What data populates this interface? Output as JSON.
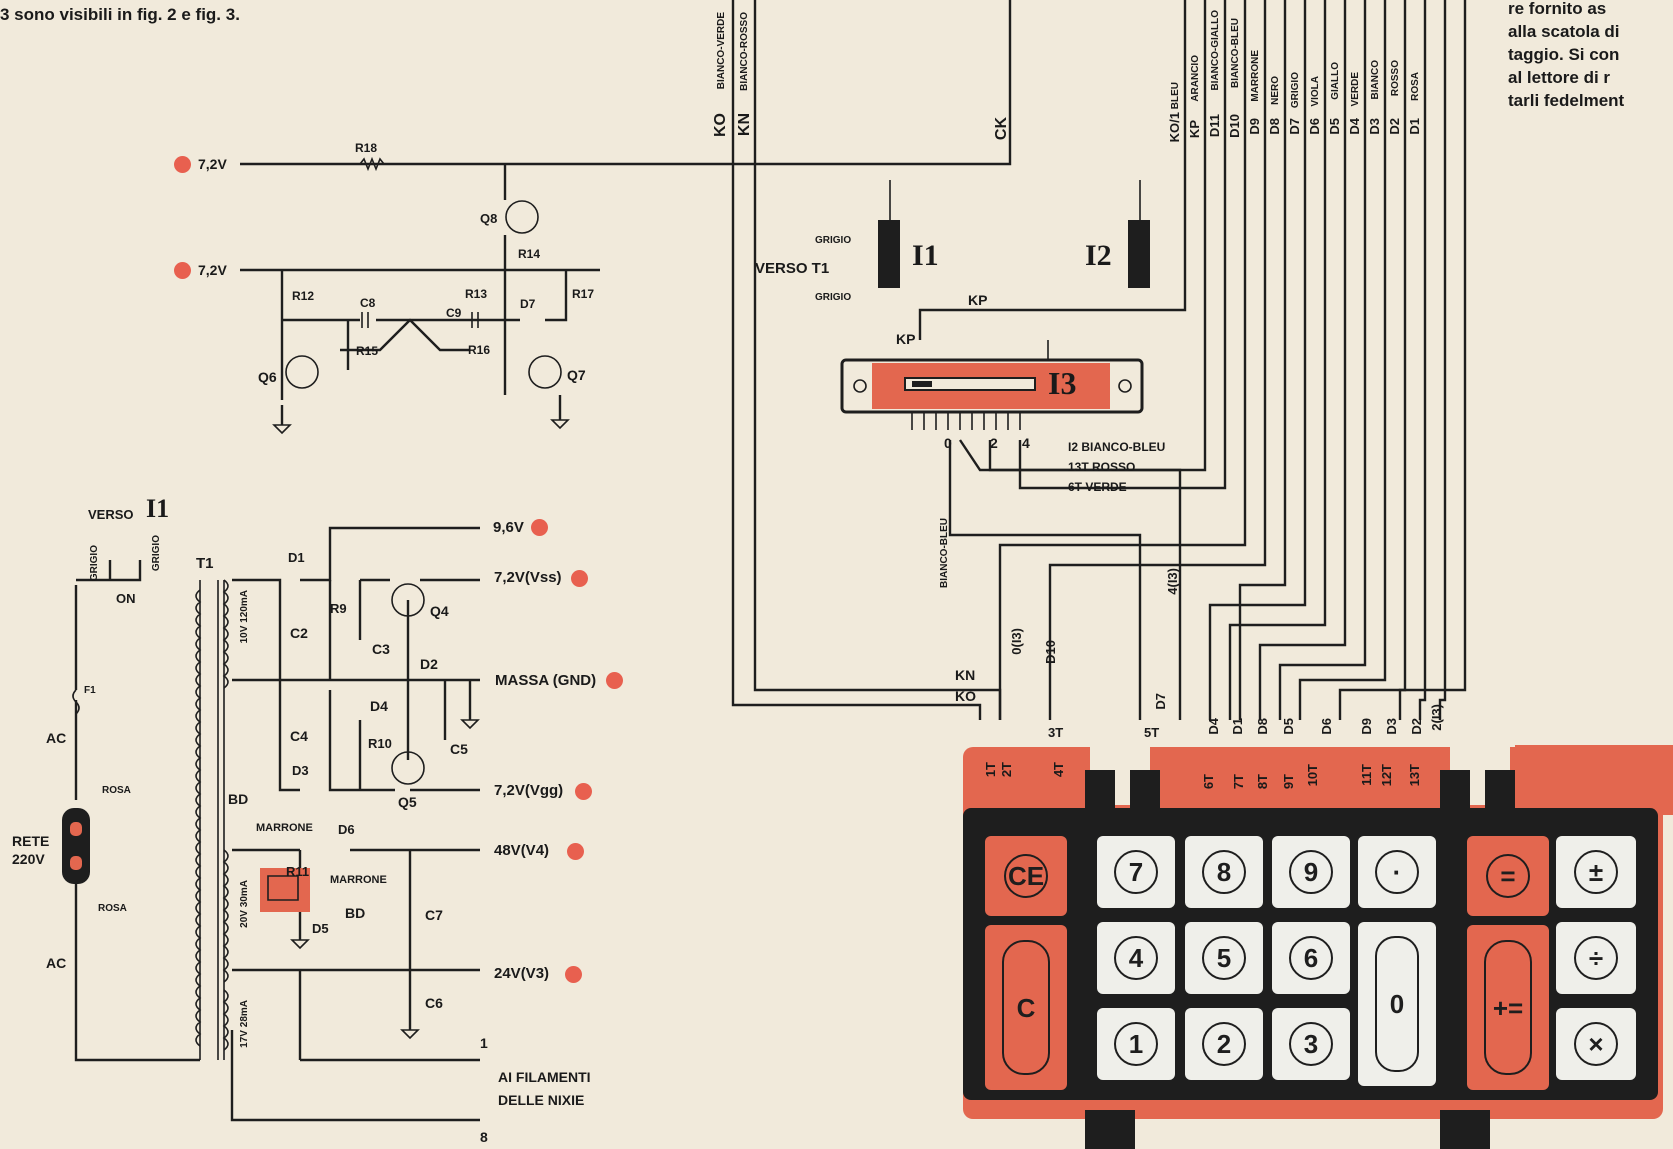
{
  "page_text": {
    "header_line": "3 sono visibili in fig. 2 e fig. 3.",
    "right_col": [
      "re fornito as",
      "alla scatola di",
      "taggio. Si con",
      "al lettore di r",
      "tarli fedelment"
    ]
  },
  "power_section": {
    "v72_top": "7,2V",
    "v72_mid": "7,2V",
    "verso": "VERSO",
    "i1": "I1",
    "grigio_a": "GRIGIO",
    "grigio_b": "GRIGIO",
    "on": "ON",
    "t1": "T1",
    "ac_top": "AC",
    "ac_bottom": "AC",
    "rosa_top": "ROSA",
    "rosa_bottom": "ROSA",
    "rete": "RETE",
    "v220": "220V",
    "f1": "F1",
    "bd_top": "BD",
    "bd_bottom": "BD",
    "marrone_top": "MARRONE",
    "marrone_right": "MARRONE",
    "winding_top": "10V 120mA",
    "winding_mid": "20V 30mA",
    "winding_low": "17V 28mA",
    "out_96": "9,6V",
    "out_vss": "7,2V(Vss)",
    "out_gnd": "MASSA (GND)",
    "out_vgg": "7,2V(Vgg)",
    "out_48": "48V(V4)",
    "out_24": "24V(V3)",
    "fil_1": "1",
    "fil_8": "8",
    "fil_label_1": "AI FILAMENTI",
    "fil_label_2": "DELLE NIXIE"
  },
  "components": {
    "R18": "R18",
    "R14": "R14",
    "R12": "R12",
    "R13": "R13",
    "R17": "R17",
    "R15": "R15",
    "R16": "R16",
    "C8": "C8",
    "C9": "C9",
    "D7": "D7",
    "Q6": "Q6",
    "Q7": "Q7",
    "Q8": "Q8",
    "D1": "D1",
    "R9": "R9",
    "Q4": "Q4",
    "C2": "C2",
    "C3": "C3",
    "D2": "D2",
    "D4": "D4",
    "C4": "C4",
    "R10": "R10",
    "C5": "C5",
    "D3": "D3",
    "Q5": "Q5",
    "D6": "D6",
    "R11": "R11",
    "D5": "D5",
    "C7": "C7",
    "C6": "C6"
  },
  "switches": {
    "i1": "I1",
    "i2": "I2",
    "i3": "I3",
    "verso_t1": "VERSO T1",
    "grigio_1": "GRIGIO",
    "grigio_2": "GRIGIO",
    "kp": "KP",
    "kp2": "KP",
    "p0": "0",
    "p2": "2",
    "p4": "4",
    "i2_bianco_bleu": "I2 BIANCO-BLEU",
    "t13_rosso": "13T ROSSO",
    "t6_verde": "6T VERDE"
  },
  "wires_top": {
    "ko": "KO",
    "ko_color": "BIANCO-VERDE",
    "kn": "KN",
    "kn_color": "BIANCO-ROSSO",
    "ck": "CK"
  },
  "bus": [
    {
      "sig": "KO/1",
      "color": "BLEU"
    },
    {
      "sig": "KP",
      "color": "ARANCIO"
    },
    {
      "sig": "D11",
      "color": "BIANCO-GIALLO"
    },
    {
      "sig": "D10",
      "color": "BIANCO-BLEU"
    },
    {
      "sig": "D9",
      "color": "MARRONE"
    },
    {
      "sig": "D8",
      "color": "NERO"
    },
    {
      "sig": "D7",
      "color": "GRIGIO"
    },
    {
      "sig": "D6",
      "color": "VIOLA"
    },
    {
      "sig": "D5",
      "color": "GIALLO"
    },
    {
      "sig": "D4",
      "color": "VERDE"
    },
    {
      "sig": "D3",
      "color": "BIANCO"
    },
    {
      "sig": "D2",
      "color": "ROSSO"
    },
    {
      "sig": "D1",
      "color": "ROSA"
    }
  ],
  "mid_labels": {
    "bianco_bleu": "BIANCO-BLEU",
    "o_i3": "0(I3)",
    "d10": "D10",
    "four_i3": "4(I3)",
    "kn": "KN",
    "ko": "KO",
    "d7": "D7",
    "t3": "3T",
    "t5": "5T",
    "bottom_digits": [
      "D4",
      "D1",
      "D8",
      "D5",
      "D6",
      "D9",
      "D3",
      "D2",
      "2(I3)"
    ]
  },
  "keypad": {
    "pins": [
      "1T",
      "2T",
      "4T",
      "6T",
      "7T",
      "8T",
      "9T",
      "10T",
      "11T",
      "12T",
      "13T"
    ],
    "keys": {
      "ce": "CE",
      "c": "C",
      "k7": "7",
      "k8": "8",
      "k9": "9",
      "kdot": "·",
      "k4": "4",
      "k5": "5",
      "k6": "6",
      "k0": "0",
      "k1": "1",
      "k2": "2",
      "k3": "3",
      "equals": "=",
      "plus_eq": "+=",
      "plusminus": "±",
      "divide": "÷",
      "times": "×"
    }
  },
  "colors": {
    "paper": "#f1eadb",
    "accent": "#e3674f",
    "ink": "#1e1e1e",
    "key_face": "#efefea"
  }
}
